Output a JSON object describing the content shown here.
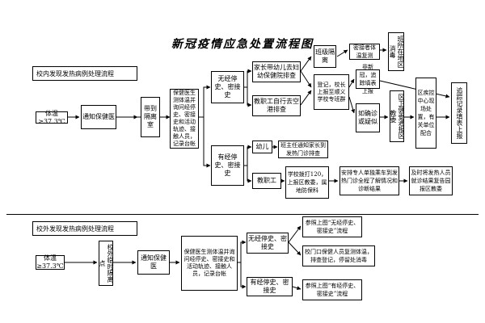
{
  "title": "新冠疫情应急处置流程图",
  "section_in": "校内发现发热病例处理流程",
  "section_out": "校外发现发热病例处理流程",
  "in": {
    "temp": "体温≥37.3℃",
    "notify": "通知保健医",
    "isolate": "带到隔离室",
    "measure": "保健医生测体温并询问经停史、密接史和活动轨迹、接触人员，记录台帐",
    "no_hist": "无经停史、密接史",
    "has_hist": "有经停史、密接史",
    "parent_fever": "家长带幼儿去妇幼保健院排查",
    "staff_fever": "教职工自行去空港排查",
    "class_isolate": "班级隔离",
    "register": "登记，校长上报至顺义学校专班群",
    "confirm_disinfect": "密接者体温复测",
    "no_abn": "非新冠，追踪填表上报",
    "diagnosis": "如确诊或疑似",
    "district_cdc": "班所在地区消毒",
    "health_report": "区卫健委通报区教委",
    "control": "区疾控中心现场处置，有关单位配合",
    "followup": "追踪记录填表上报",
    "child": "幼儿",
    "staff": "教职工",
    "class_teacher": "班主任通知家长到发热门诊排查",
    "school_call": "学校拨打120，上报区教委，属地防保科",
    "arrange": "安排专人单独乘车到发热门诊全程了解情况和诊断结果",
    "timely": "及时将发热人员就诊结果复告园报区教委"
  },
  "out": {
    "temp": "体温≥37.3℃",
    "isolate_point": "校外临时隔离点",
    "notify": "通知保健医",
    "measure": "保健医生测体温并询问经停史、密接史和活动轨迹、接触人员，记录台帐",
    "no_hist": "无经停史、密接史",
    "has_hist": "有经停史、密接史",
    "ref_no": "参照上图“无经停史、密接史”流程",
    "school_gate": "校门口保健人员复测体温，排查登记，停留处消毒",
    "ref_yes": "参照上图“有经停史、密接史”流程"
  }
}
